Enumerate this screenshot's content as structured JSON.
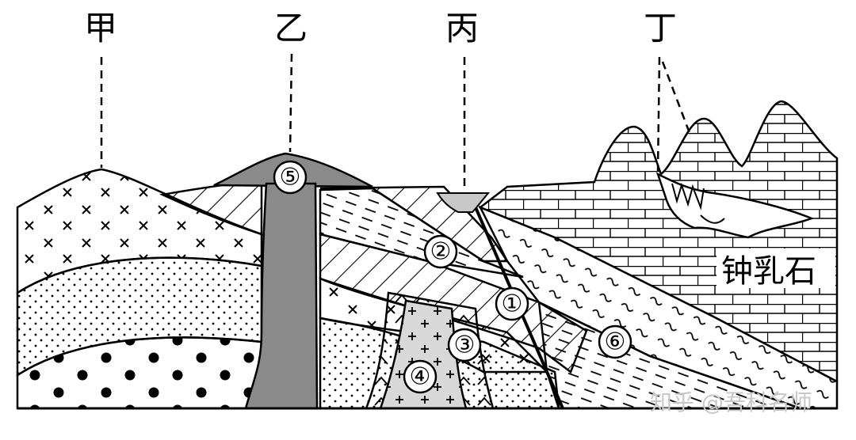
{
  "locations": {
    "jia": "甲",
    "yi": "乙",
    "bing": "丙",
    "ding": "丁"
  },
  "markers": {
    "m1": "①",
    "m2": "②",
    "m3": "③",
    "m4": "④",
    "m5": "⑤",
    "m6": "⑥"
  },
  "labels": {
    "stalactite": "钟乳石"
  },
  "watermark": "知乎 @吾科名师"
}
